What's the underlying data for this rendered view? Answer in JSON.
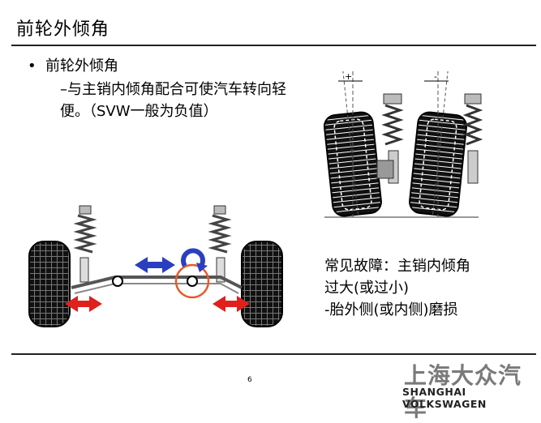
{
  "slide": {
    "title": "前轮外倾角",
    "bullet": "前轮外倾角",
    "sub_point": "–与主销内倾角配合可使汽车转向轻便。（SVW一般为负值）",
    "note_lines": [
      "常见故障：主销内倾角",
      "过大(或过小)",
      "-胎外侧(或内侧)磨损"
    ],
    "page_number": "6"
  },
  "diagram": {
    "positive_label": "+",
    "negative_label": "-"
  },
  "logo": {
    "chinese": "上海大众汽车",
    "english": "SHANGHAI VOLKSWAGEN"
  },
  "colors": {
    "arrow_red": "#e0201c",
    "arrow_blue": "#2a3fc0",
    "highlight_circle": "#e85a2a",
    "logo_gray": "#7a7a7a"
  }
}
